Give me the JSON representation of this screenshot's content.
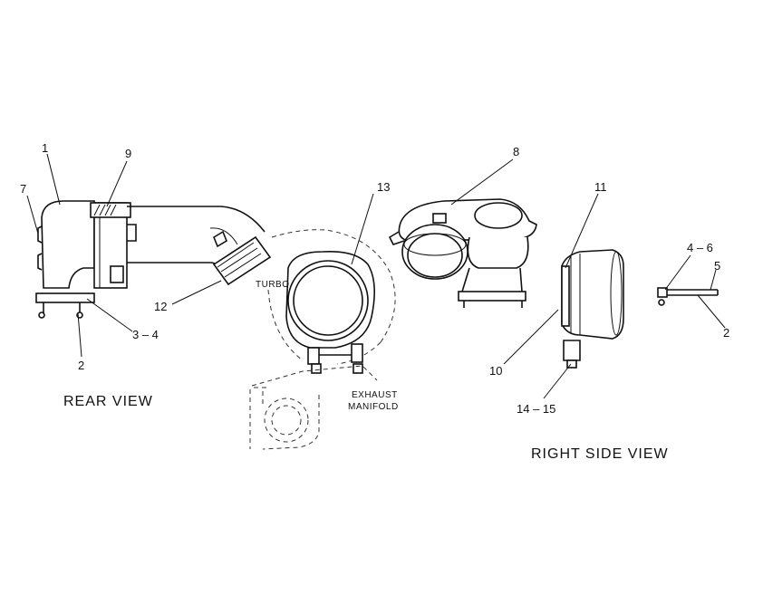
{
  "captions": {
    "rear_view": "REAR  VIEW",
    "right_side_view": "RIGHT  SIDE  VIEW",
    "turbo": "TURBO",
    "exhaust_line1": "EXHAUST",
    "exhaust_line2": "MANIFOLD"
  },
  "callouts": {
    "n1": "1",
    "n9": "9",
    "n7": "7",
    "n12": "12",
    "n3_4": "3 – 4",
    "n2_left": "2",
    "n13": "13",
    "n8": "8",
    "n11": "11",
    "n10": "10",
    "n14_15": "14 – 15",
    "n4_6": "4 – 6",
    "n5": "5",
    "n2_right": "2"
  }
}
